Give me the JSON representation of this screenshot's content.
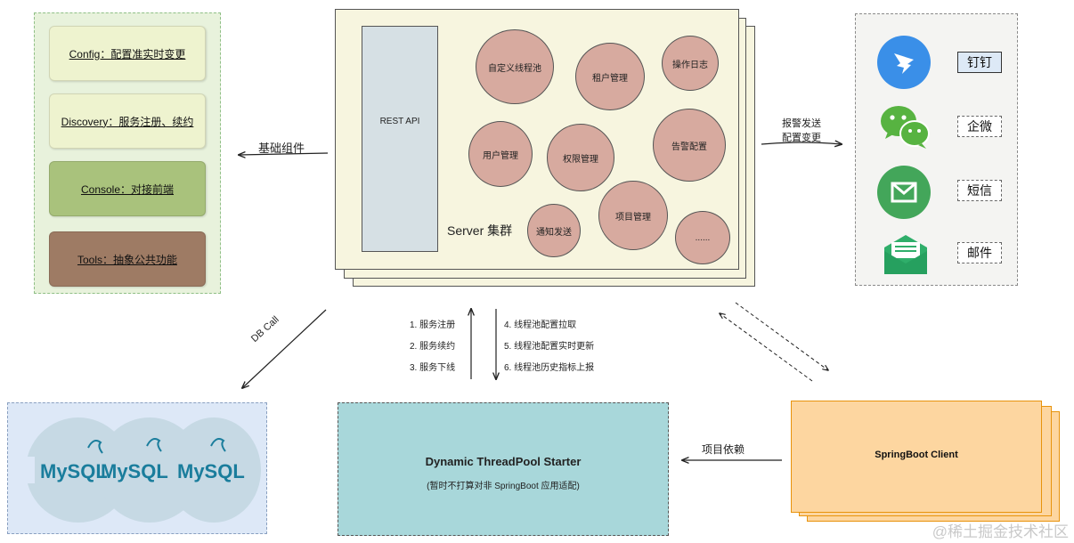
{
  "left_panel": {
    "cards": [
      "Config：配置准实时变更",
      "Discovery：服务注册、续约",
      "Console：对接前端",
      "Tools：抽象公共功能"
    ]
  },
  "base_components_label": "基础组件",
  "server": {
    "rest_api": "REST API",
    "label": "Server 集群",
    "modules": [
      "自定义线程池",
      "租户管理",
      "操作日志",
      "用户管理",
      "权限管理",
      "告警配置",
      "项目管理",
      "通知发送",
      "......"
    ]
  },
  "alert_arrow_labels": [
    "报警发送",
    "配置变更"
  ],
  "channels": [
    {
      "label": "钉钉",
      "icon": "dingtalk-icon",
      "color": "#3a8fe8"
    },
    {
      "label": "企微",
      "icon": "wechat-icon",
      "color": "#57b341"
    },
    {
      "label": "短信",
      "icon": "sms-icon",
      "color": "#43a65a"
    },
    {
      "label": "邮件",
      "icon": "mail-icon",
      "color": "#2fae6a"
    }
  ],
  "db_call_label": "DB Call",
  "db_logos": [
    "MySQL",
    "MySQL",
    "MySQL"
  ],
  "registration_steps": [
    "1. 服务注册",
    "2. 服务续约",
    "3. 服务下线"
  ],
  "config_steps": [
    "4. 线程池配置拉取",
    "5. 线程池配置实时更新",
    "6. 线程池历史指标上报"
  ],
  "starter": {
    "title": "Dynamic ThreadPool Starter",
    "subtitle": "(暂时不打算对非 SpringBoot 应用适配)"
  },
  "dependency_label": "项目依赖",
  "client_label": "SpringBoot Client",
  "watermark": "@稀土掘金技术社区"
}
